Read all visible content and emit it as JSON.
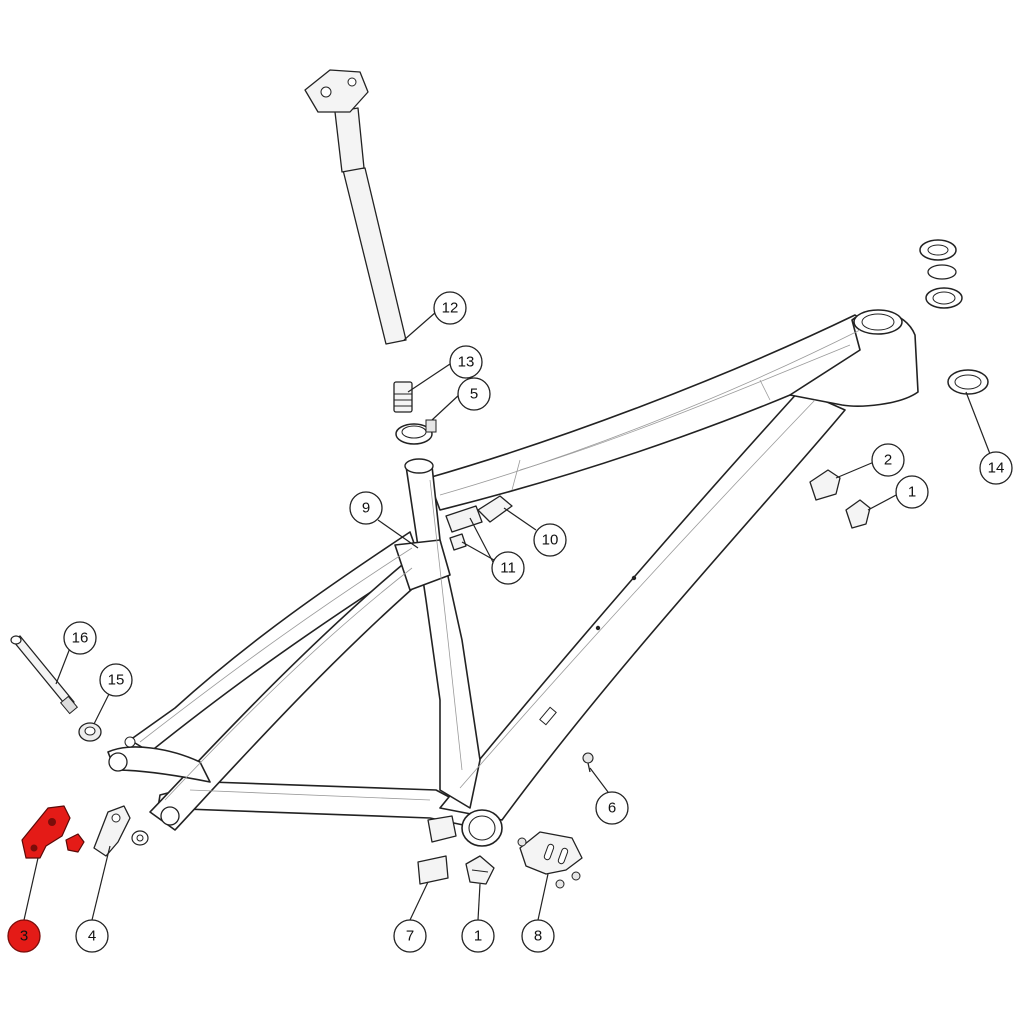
{
  "callouts": [
    {
      "id": "c1a",
      "label": "1"
    },
    {
      "id": "c1b",
      "label": "1"
    },
    {
      "id": "c2",
      "label": "2"
    },
    {
      "id": "c3",
      "label": "3",
      "highlight": true
    },
    {
      "id": "c4",
      "label": "4"
    },
    {
      "id": "c5",
      "label": "5"
    },
    {
      "id": "c6",
      "label": "6"
    },
    {
      "id": "c7",
      "label": "7"
    },
    {
      "id": "c8",
      "label": "8"
    },
    {
      "id": "c9",
      "label": "9"
    },
    {
      "id": "c10",
      "label": "10"
    },
    {
      "id": "c11",
      "label": "11"
    },
    {
      "id": "c12",
      "label": "12"
    },
    {
      "id": "c13",
      "label": "13"
    },
    {
      "id": "c14",
      "label": "14"
    },
    {
      "id": "c15",
      "label": "15"
    },
    {
      "id": "c16",
      "label": "16"
    }
  ],
  "colors": {
    "highlight": "#e41b17",
    "line": "#222222"
  }
}
